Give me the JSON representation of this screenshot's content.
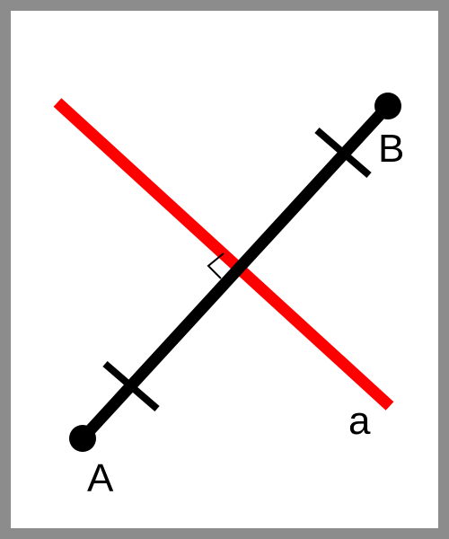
{
  "diagram": {
    "labels": {
      "point_a": "A",
      "point_b": "B",
      "line_a": "a"
    },
    "colors": {
      "segment": "#000000",
      "bisector": "#ff0000",
      "frame": "#8c8c8c",
      "background": "#ffffff"
    },
    "marks": {
      "equal_length_ticks": 2,
      "right_angle": true
    }
  }
}
